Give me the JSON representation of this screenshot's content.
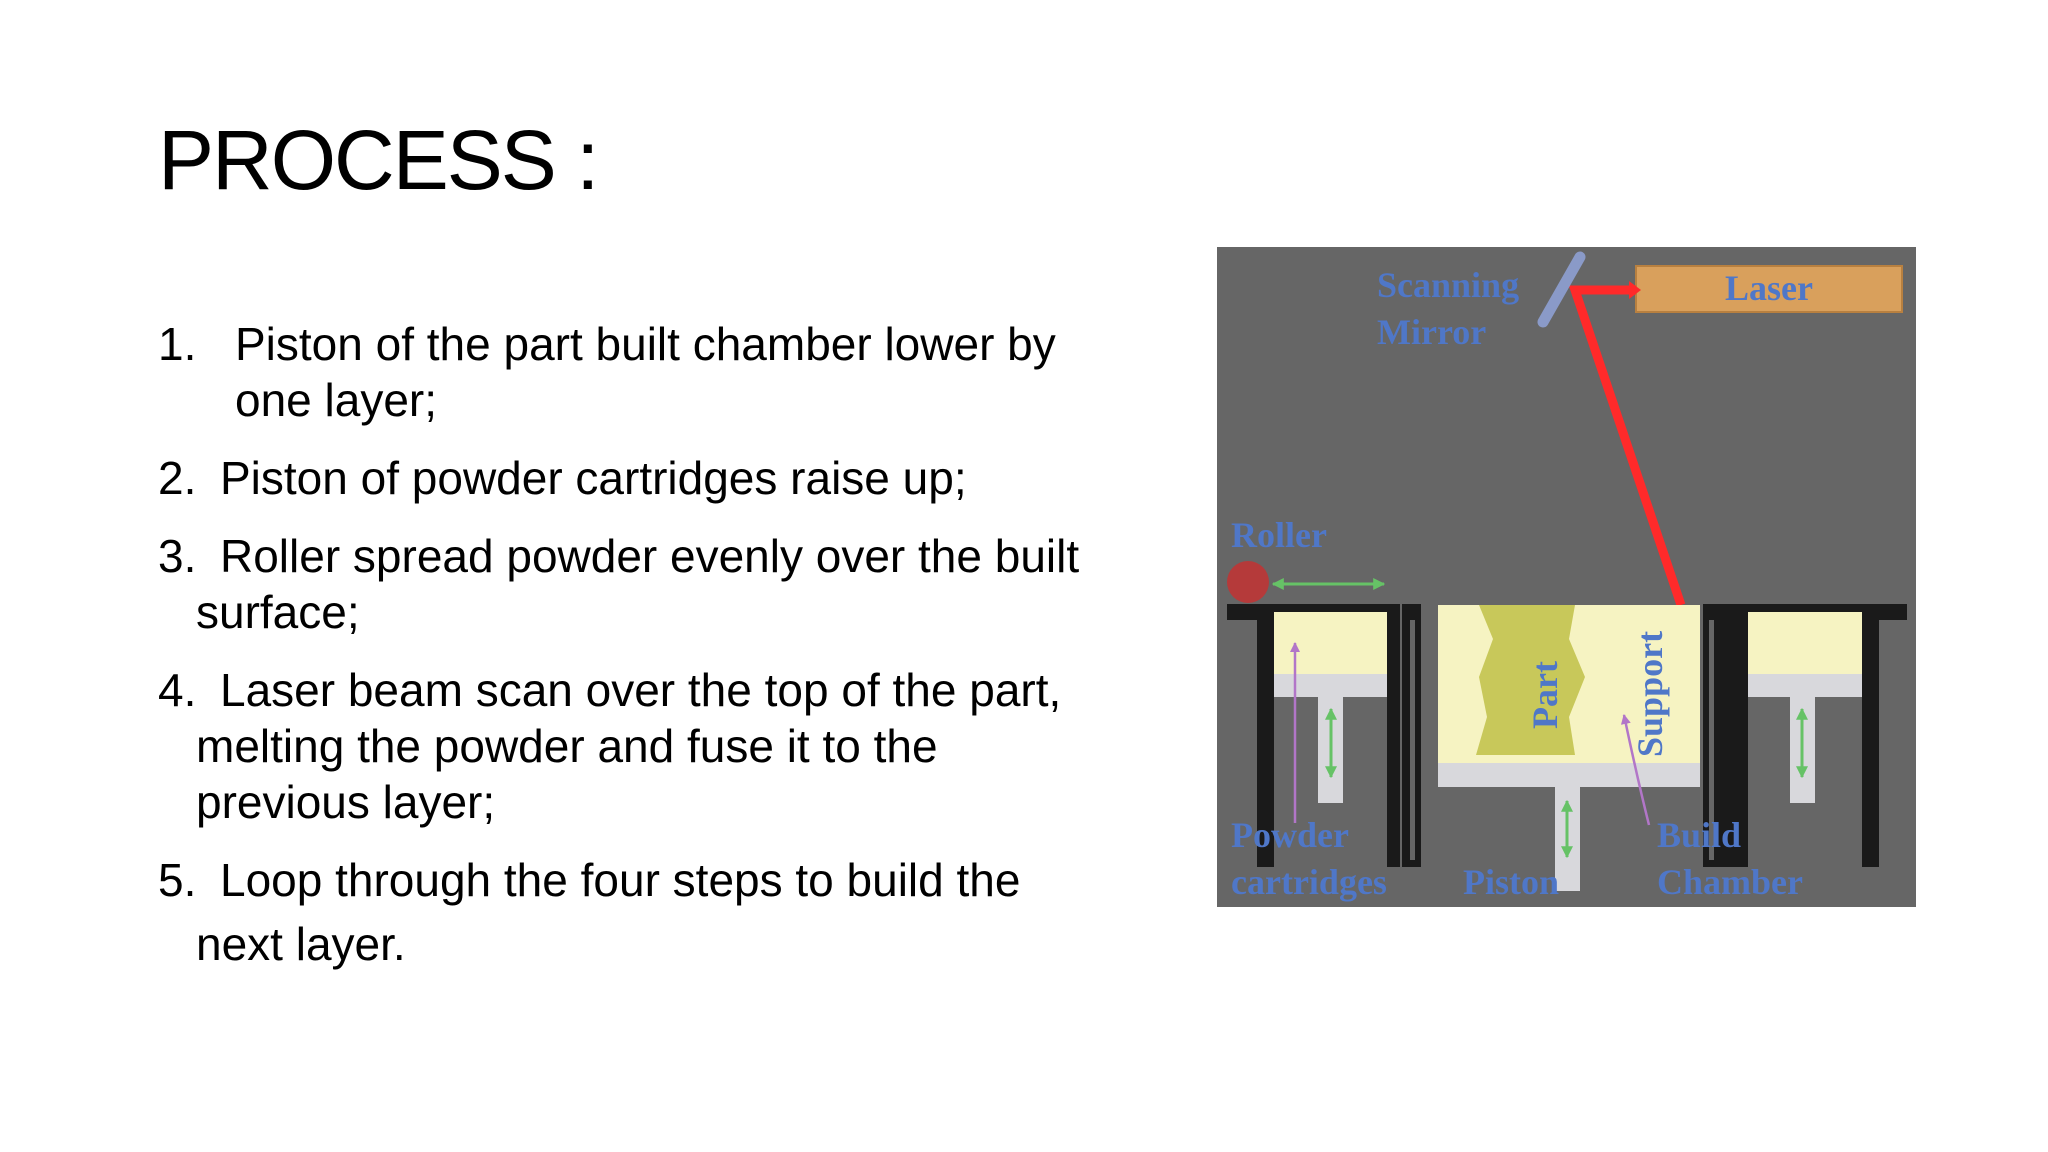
{
  "slide": {
    "title": "PROCESS :"
  },
  "steps": [
    {
      "number": "1.",
      "lines": [
        "Piston of the part built chamber lower by",
        "one layer;"
      ]
    },
    {
      "number": "2.",
      "lines": [
        "Piston of powder cartridges raise up;"
      ]
    },
    {
      "number": "3.",
      "lines": [
        "Roller spread powder evenly over the built",
        "surface;"
      ]
    },
    {
      "number": "4.",
      "lines": [
        "Laser beam scan over the top of the part,",
        "melting the powder and fuse it to the",
        "previous layer;"
      ]
    },
    {
      "number": "5.",
      "lines": [
        "Loop through the four steps to build the",
        "next layer."
      ]
    }
  ],
  "diagram": {
    "labels": {
      "scanning": "Scanning",
      "mirror": "Mirror",
      "laser": "Laser",
      "roller": "Roller",
      "part": "Part",
      "support": "Support",
      "powder": "Powder",
      "cartridges": "cartridges",
      "piston": "Piston",
      "build": "Build",
      "chamber": "Chamber"
    },
    "colors": {
      "background": "#666666",
      "laser_box": "#d9a05c",
      "laser_beam": "#ff2a2a",
      "mirror": "#8a9ac8",
      "powder": "#f6f3c2",
      "part": "#c8c85a",
      "walls": "#1a1a1a",
      "piston": "#d8d8dc",
      "roller": "#b53a3a",
      "arrow_green": "#66c266",
      "arrow_purple": "#b276c8",
      "label_blue": "#4f77c8"
    }
  }
}
